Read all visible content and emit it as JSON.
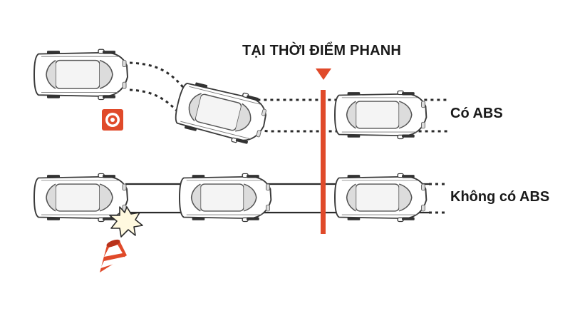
{
  "diagram": {
    "title": "TẠI THỜI ĐIỂM PHANH",
    "rows": [
      {
        "id": "abs",
        "label": "Có ABS"
      },
      {
        "id": "no-abs",
        "label": "Không có ABS"
      }
    ]
  },
  "icons": {
    "braking_marker": "down-triangle-icon",
    "obstacle_abs": "target-sign-icon",
    "obstacle_no_abs": "traffic-cone-icon",
    "collision": "impact-burst-icon"
  },
  "colors": {
    "accent": "#e04a2a",
    "car_outline": "#3a3a3a",
    "car_fill": "#ffffff",
    "track": "#2b2b2b"
  }
}
